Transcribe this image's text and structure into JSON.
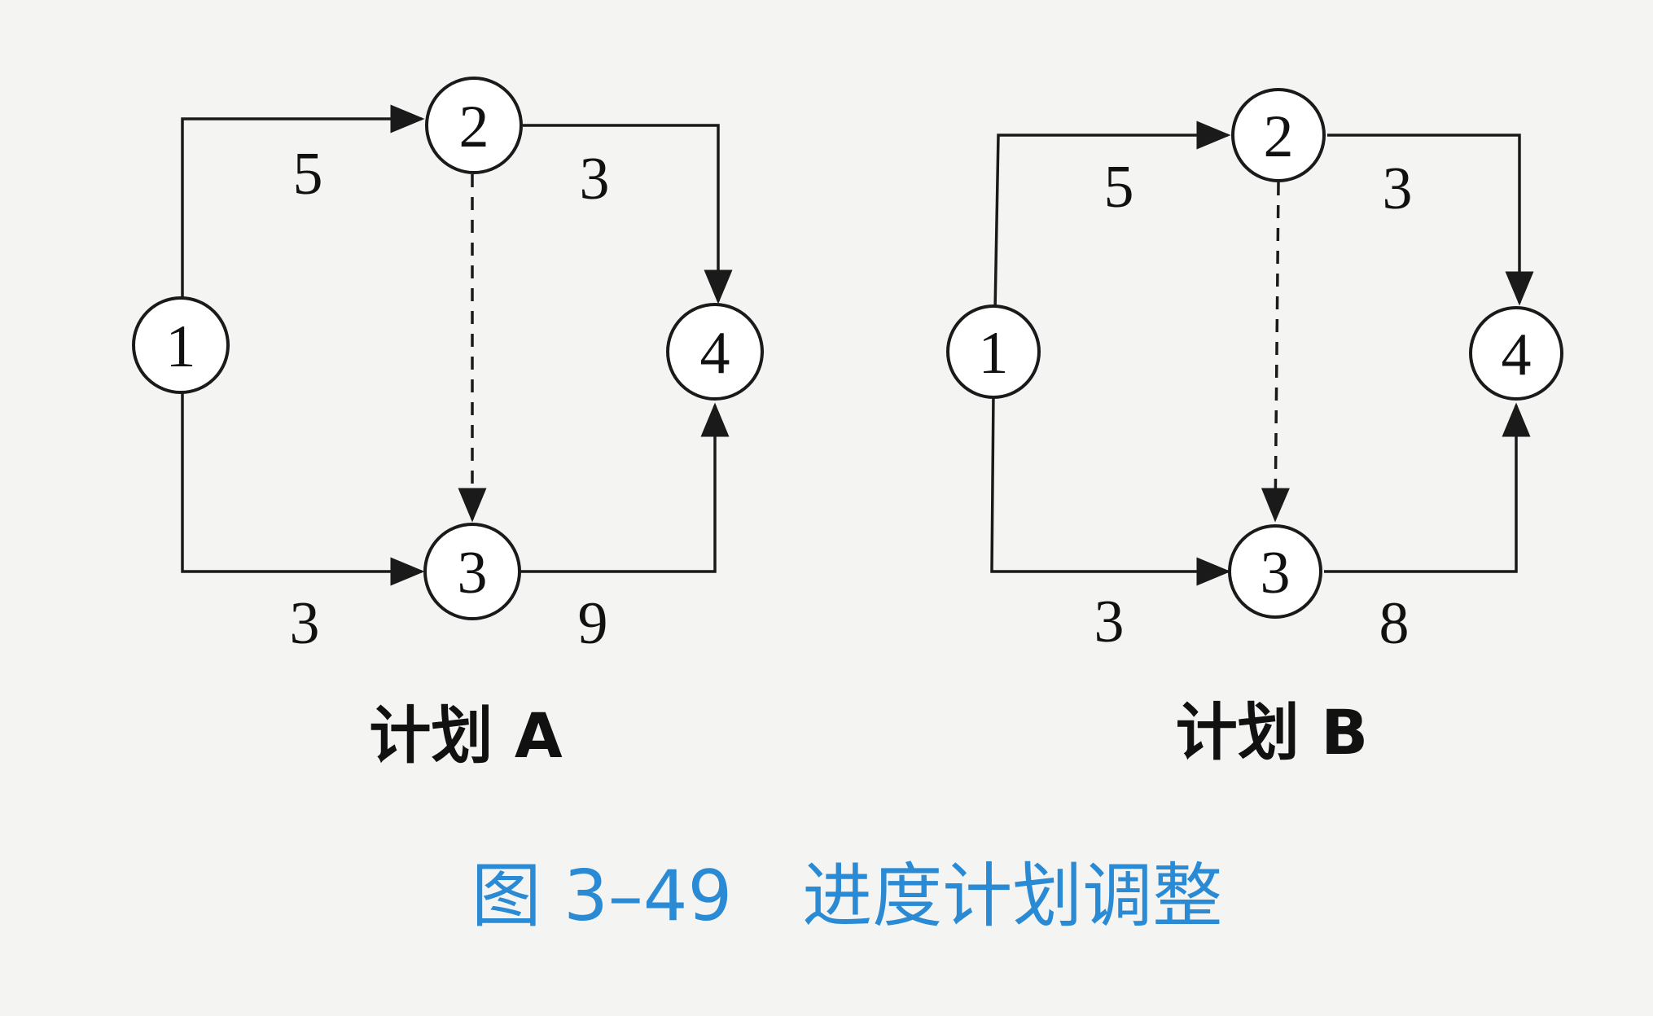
{
  "figure_caption": "图 3–49　进度计划调整",
  "colors": {
    "caption": "#2a8ad4",
    "ink": "#1a1a1a",
    "background": "#f4f4f2"
  },
  "plans": [
    {
      "id": "a",
      "caption": "计划 A",
      "nodes": [
        "1",
        "2",
        "3",
        "4"
      ],
      "edges": [
        {
          "id": "1-2",
          "from": "1",
          "to": "2",
          "duration": "5",
          "dummy": false
        },
        {
          "id": "1-3",
          "from": "1",
          "to": "3",
          "duration": "3",
          "dummy": false
        },
        {
          "id": "2-4",
          "from": "2",
          "to": "4",
          "duration": "3",
          "dummy": false
        },
        {
          "id": "3-4",
          "from": "3",
          "to": "4",
          "duration": "9",
          "dummy": false
        },
        {
          "id": "2-3",
          "from": "2",
          "to": "3",
          "duration": "",
          "dummy": true
        }
      ]
    },
    {
      "id": "b",
      "caption": "计划 B",
      "nodes": [
        "1",
        "2",
        "3",
        "4"
      ],
      "edges": [
        {
          "id": "1-2",
          "from": "1",
          "to": "2",
          "duration": "5",
          "dummy": false
        },
        {
          "id": "1-3",
          "from": "1",
          "to": "3",
          "duration": "3",
          "dummy": false
        },
        {
          "id": "2-4",
          "from": "2",
          "to": "4",
          "duration": "3",
          "dummy": false
        },
        {
          "id": "3-4",
          "from": "3",
          "to": "4",
          "duration": "8",
          "dummy": false
        },
        {
          "id": "2-3",
          "from": "2",
          "to": "3",
          "duration": "",
          "dummy": true
        }
      ]
    }
  ]
}
